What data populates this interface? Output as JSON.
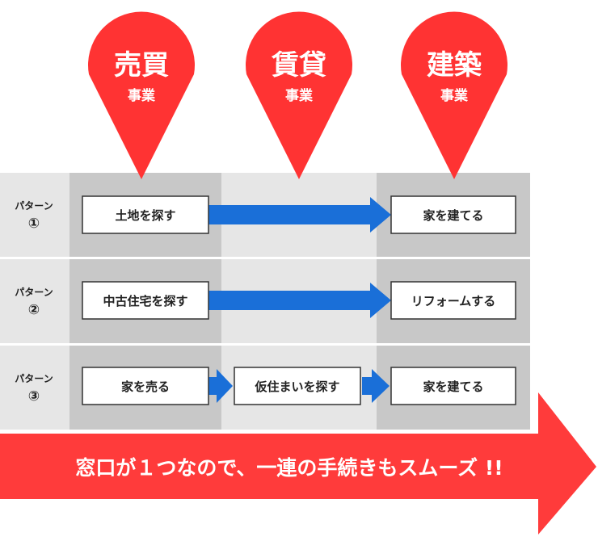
{
  "pins": [
    {
      "title": "売買",
      "sub": "事業"
    },
    {
      "title": "賃貸",
      "sub": "事業"
    },
    {
      "title": "建築",
      "sub": "事業"
    }
  ],
  "rows": [
    {
      "pattern": "パターン",
      "num": "①",
      "steps": [
        "土地を探す",
        "家を建てる"
      ]
    },
    {
      "pattern": "パターン",
      "num": "②",
      "steps": [
        "中古住宅を探す",
        "リフォームする"
      ]
    },
    {
      "pattern": "パターン",
      "num": "③",
      "steps": [
        "家を売る",
        "仮住まいを探す",
        "家を建てる"
      ]
    }
  ],
  "banner": "窓口が１つなので、一連の手続きもスムーズ !!",
  "colors": {
    "pin": "#ff3333",
    "flow_arrow": "#1a6fd8",
    "banner": "#ff3b3b",
    "col_dark": "#c8c8c8",
    "col_light": "#e6e6e6",
    "step_border": "#333333"
  }
}
